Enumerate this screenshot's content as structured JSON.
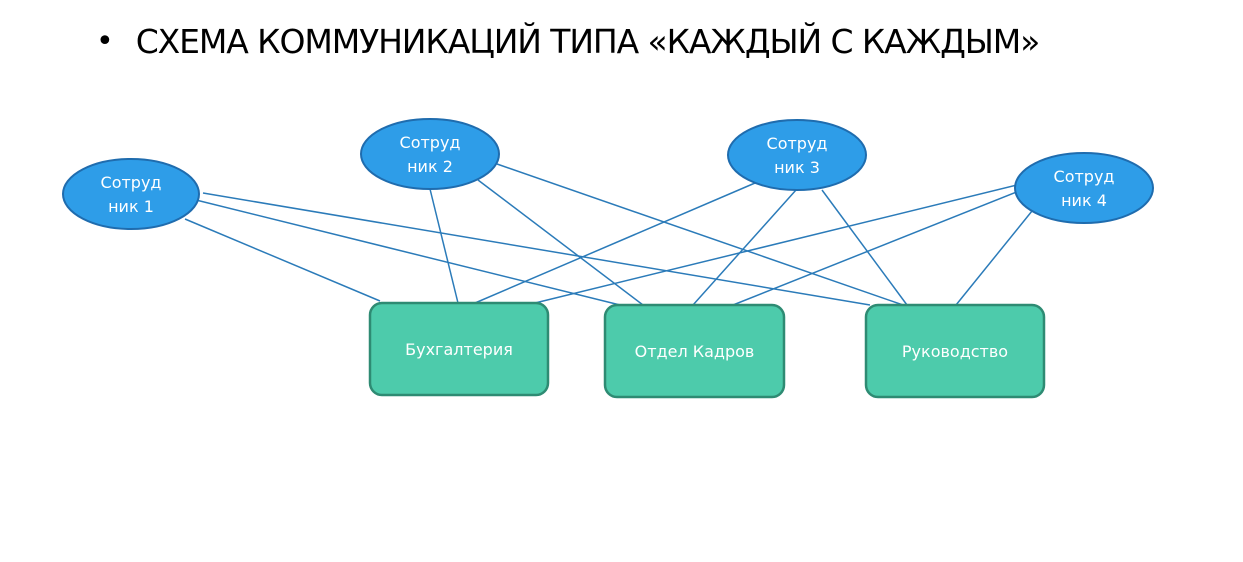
{
  "slide": {
    "title": "СХЕМА КОММУНИКАЦИЙ ТИПА «КАЖДЫЙ С КАЖДЫМ»",
    "bullet": "•"
  },
  "colors": {
    "employee_fill": "#2e9de8",
    "department_fill": "#4dcbab",
    "edge": "#2b7bb9"
  },
  "diagram": {
    "employees": [
      {
        "id": "emp1",
        "name": "employee-1",
        "lines": [
          "Сотруд",
          "ник 1"
        ]
      },
      {
        "id": "emp2",
        "name": "employee-2",
        "lines": [
          "Сотруд",
          "ник 2"
        ]
      },
      {
        "id": "emp3",
        "name": "employee-3",
        "lines": [
          "Сотруд",
          "ник 3"
        ]
      },
      {
        "id": "emp4",
        "name": "employee-4",
        "lines": [
          "Сотруд",
          "ник 4"
        ]
      }
    ],
    "departments": [
      {
        "id": "acc",
        "name": "department-accounting",
        "label": "Бухгалтерия"
      },
      {
        "id": "hr",
        "name": "department-hr",
        "label": "Отдел Кадров"
      },
      {
        "id": "mgmt",
        "name": "department-management",
        "label": "Руководство"
      }
    ],
    "connections": [
      [
        "emp1",
        "acc"
      ],
      [
        "emp1",
        "hr"
      ],
      [
        "emp1",
        "mgmt"
      ],
      [
        "emp2",
        "acc"
      ],
      [
        "emp2",
        "hr"
      ],
      [
        "emp2",
        "mgmt"
      ],
      [
        "emp3",
        "acc"
      ],
      [
        "emp3",
        "hr"
      ],
      [
        "emp3",
        "mgmt"
      ],
      [
        "emp4",
        "acc"
      ],
      [
        "emp4",
        "hr"
      ],
      [
        "emp4",
        "mgmt"
      ]
    ]
  }
}
